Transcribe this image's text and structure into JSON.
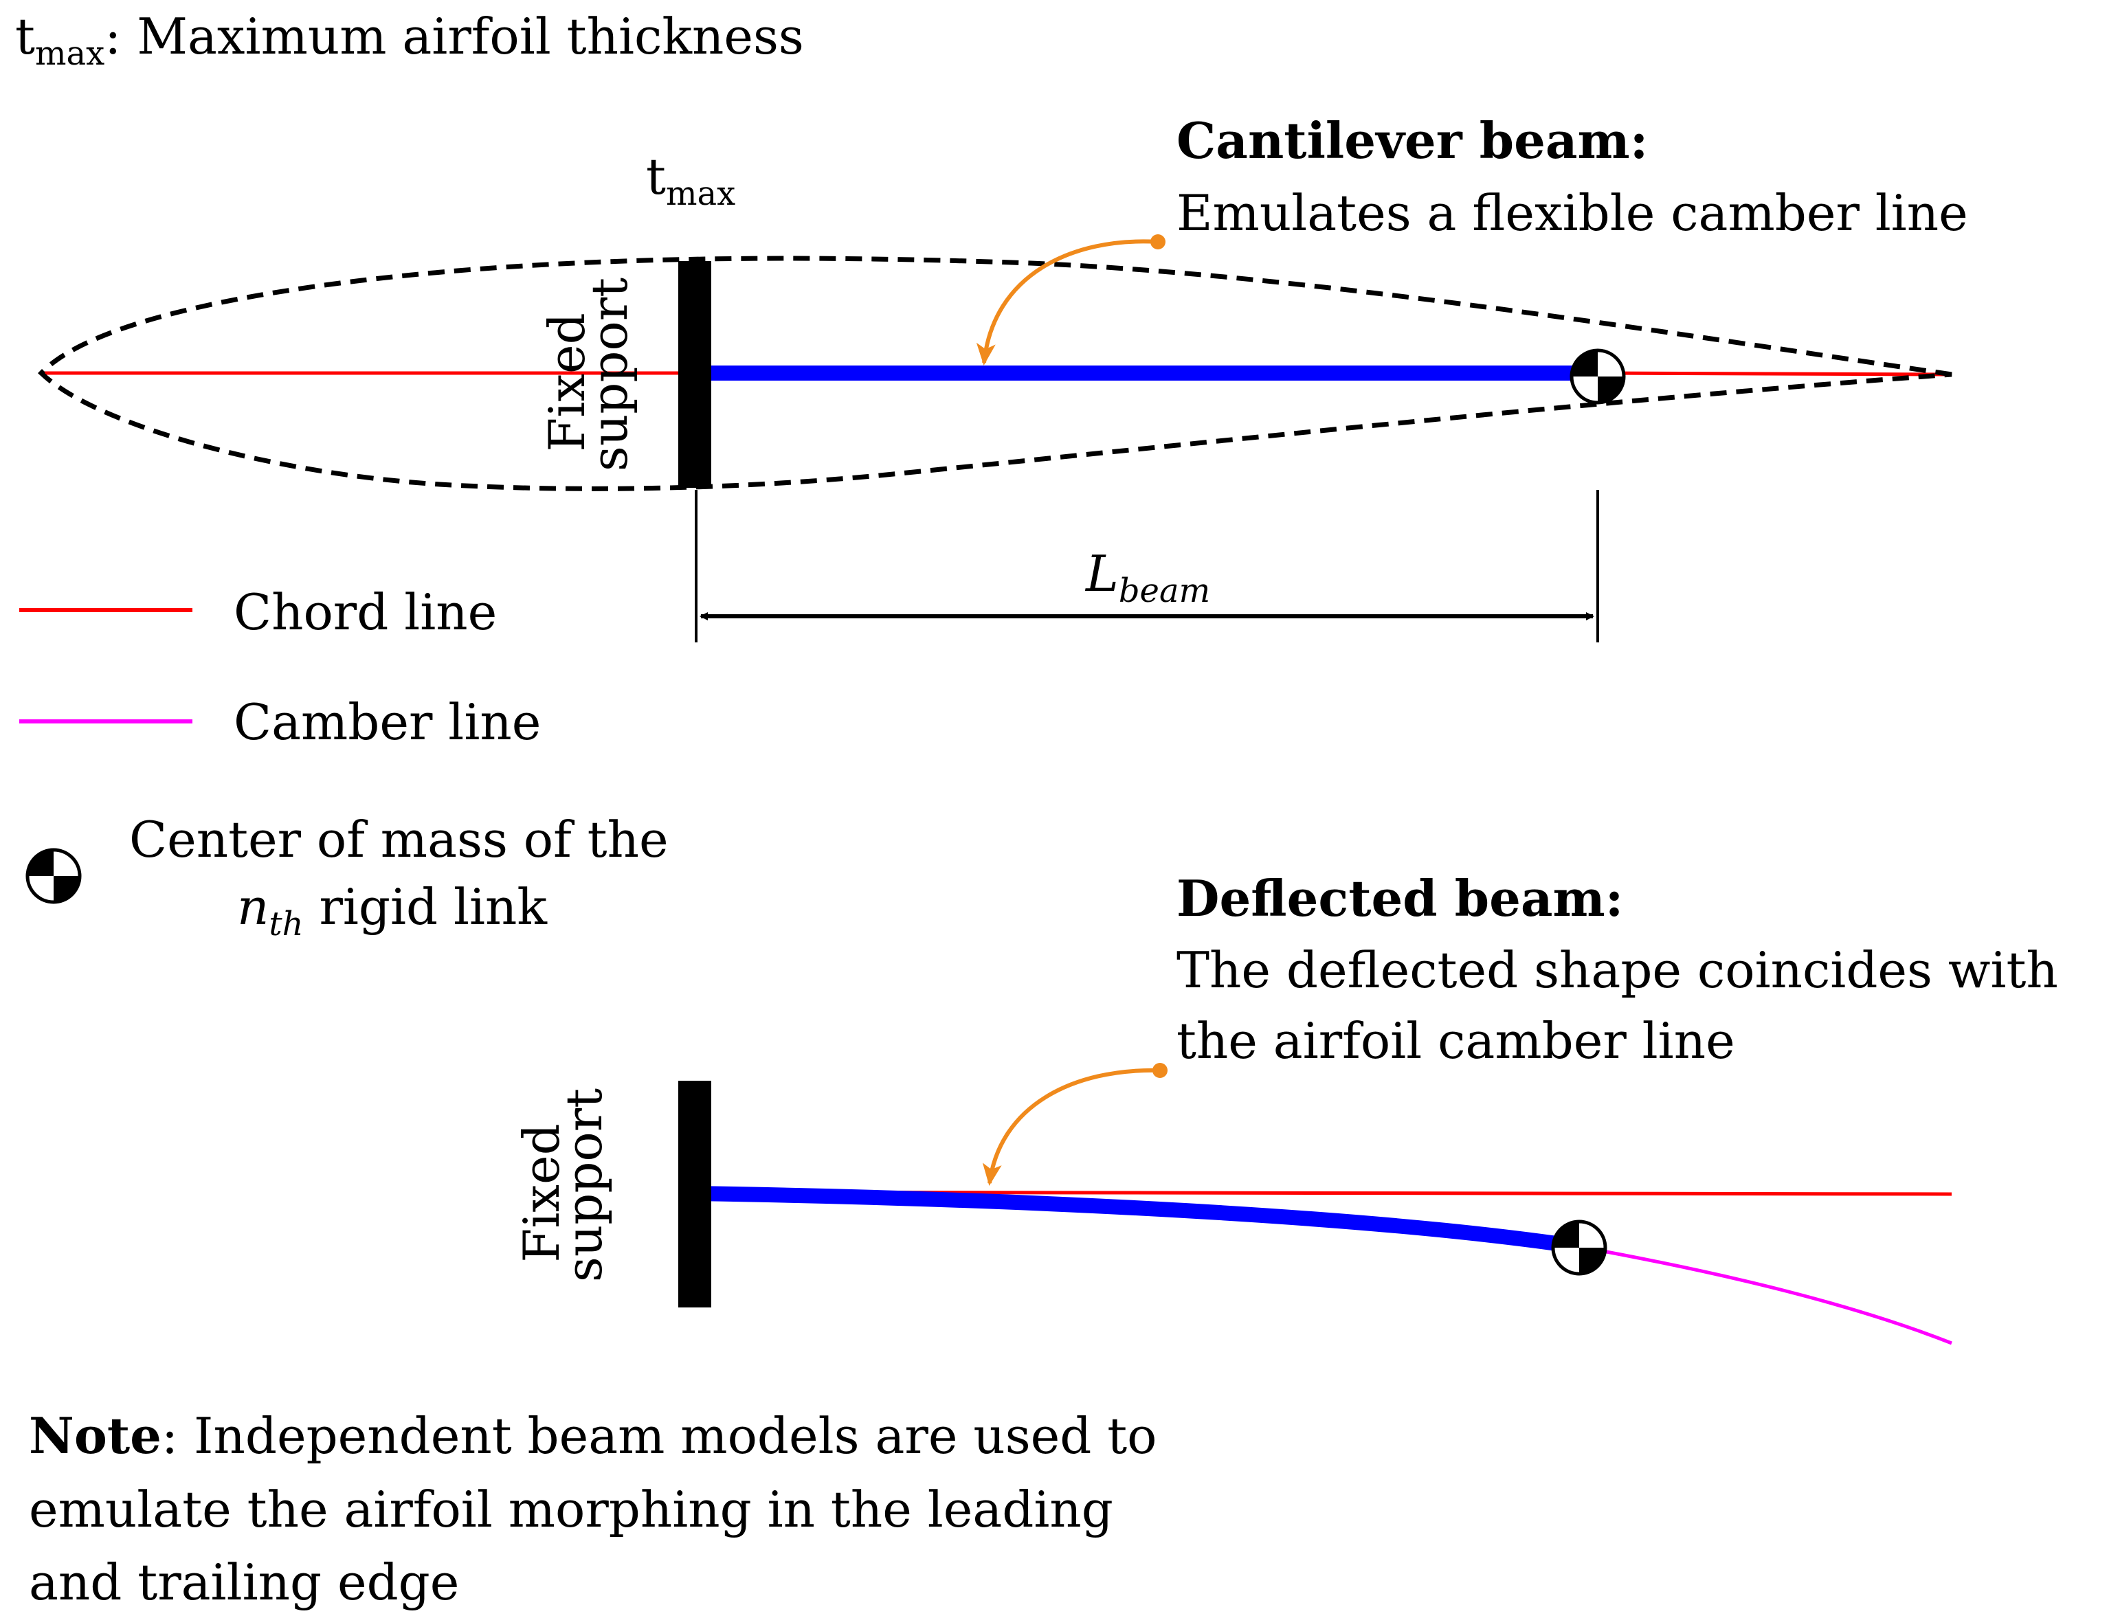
{
  "header": {
    "symbol": "t",
    "subscript": "max",
    "text": ": Maximum airfoil thickness"
  },
  "top_diagram": {
    "tmax_label": {
      "symbol": "t",
      "subscript": "max"
    },
    "support_label": [
      "Fixed",
      "support"
    ],
    "callout": {
      "title": "Cantilever beam:",
      "text": "Emulates a flexible camber line"
    },
    "dimension": {
      "symbol": "L",
      "subscript": "beam"
    }
  },
  "legend": {
    "chord": {
      "label": "Chord line",
      "color": "#ff0000"
    },
    "camber": {
      "label": "Camber line",
      "color": "#ff00ff"
    },
    "com": {
      "line1": "Center of mass of the",
      "line2_symbol": "n",
      "line2_subscript": "th",
      "line2_text": " rigid link",
      "icon": "center-of-mass-icon"
    }
  },
  "bottom_diagram": {
    "support_label": [
      "Fixed",
      "support"
    ],
    "callout": {
      "title": "Deflected beam:",
      "lines": [
        "The deflected shape coincides with",
        "the airfoil camber line"
      ]
    }
  },
  "note": {
    "bold": "Note",
    "lines": [
      ": Independent beam models are used to",
      "emulate the airfoil morphing in the leading",
      "and trailing edge"
    ]
  },
  "colors": {
    "beam": "#0000ff",
    "chord": "#ff0000",
    "camber": "#ff00ff",
    "callout_arrow": "#f08a1c",
    "support": "#000000"
  }
}
